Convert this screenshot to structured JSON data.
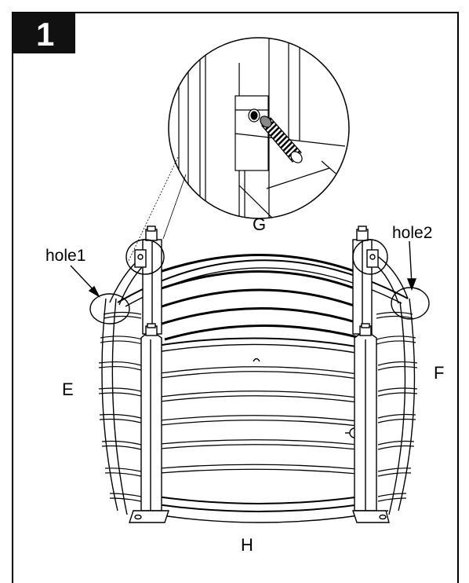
{
  "step": {
    "number": "1"
  },
  "labels": {
    "top": "G",
    "left": "E",
    "right": "F",
    "bottom": "H",
    "hole_left": "hole1",
    "hole_right": "hole2"
  },
  "colors": {
    "ink": "#000000",
    "paper": "#ffffff",
    "badge": "#111111"
  }
}
